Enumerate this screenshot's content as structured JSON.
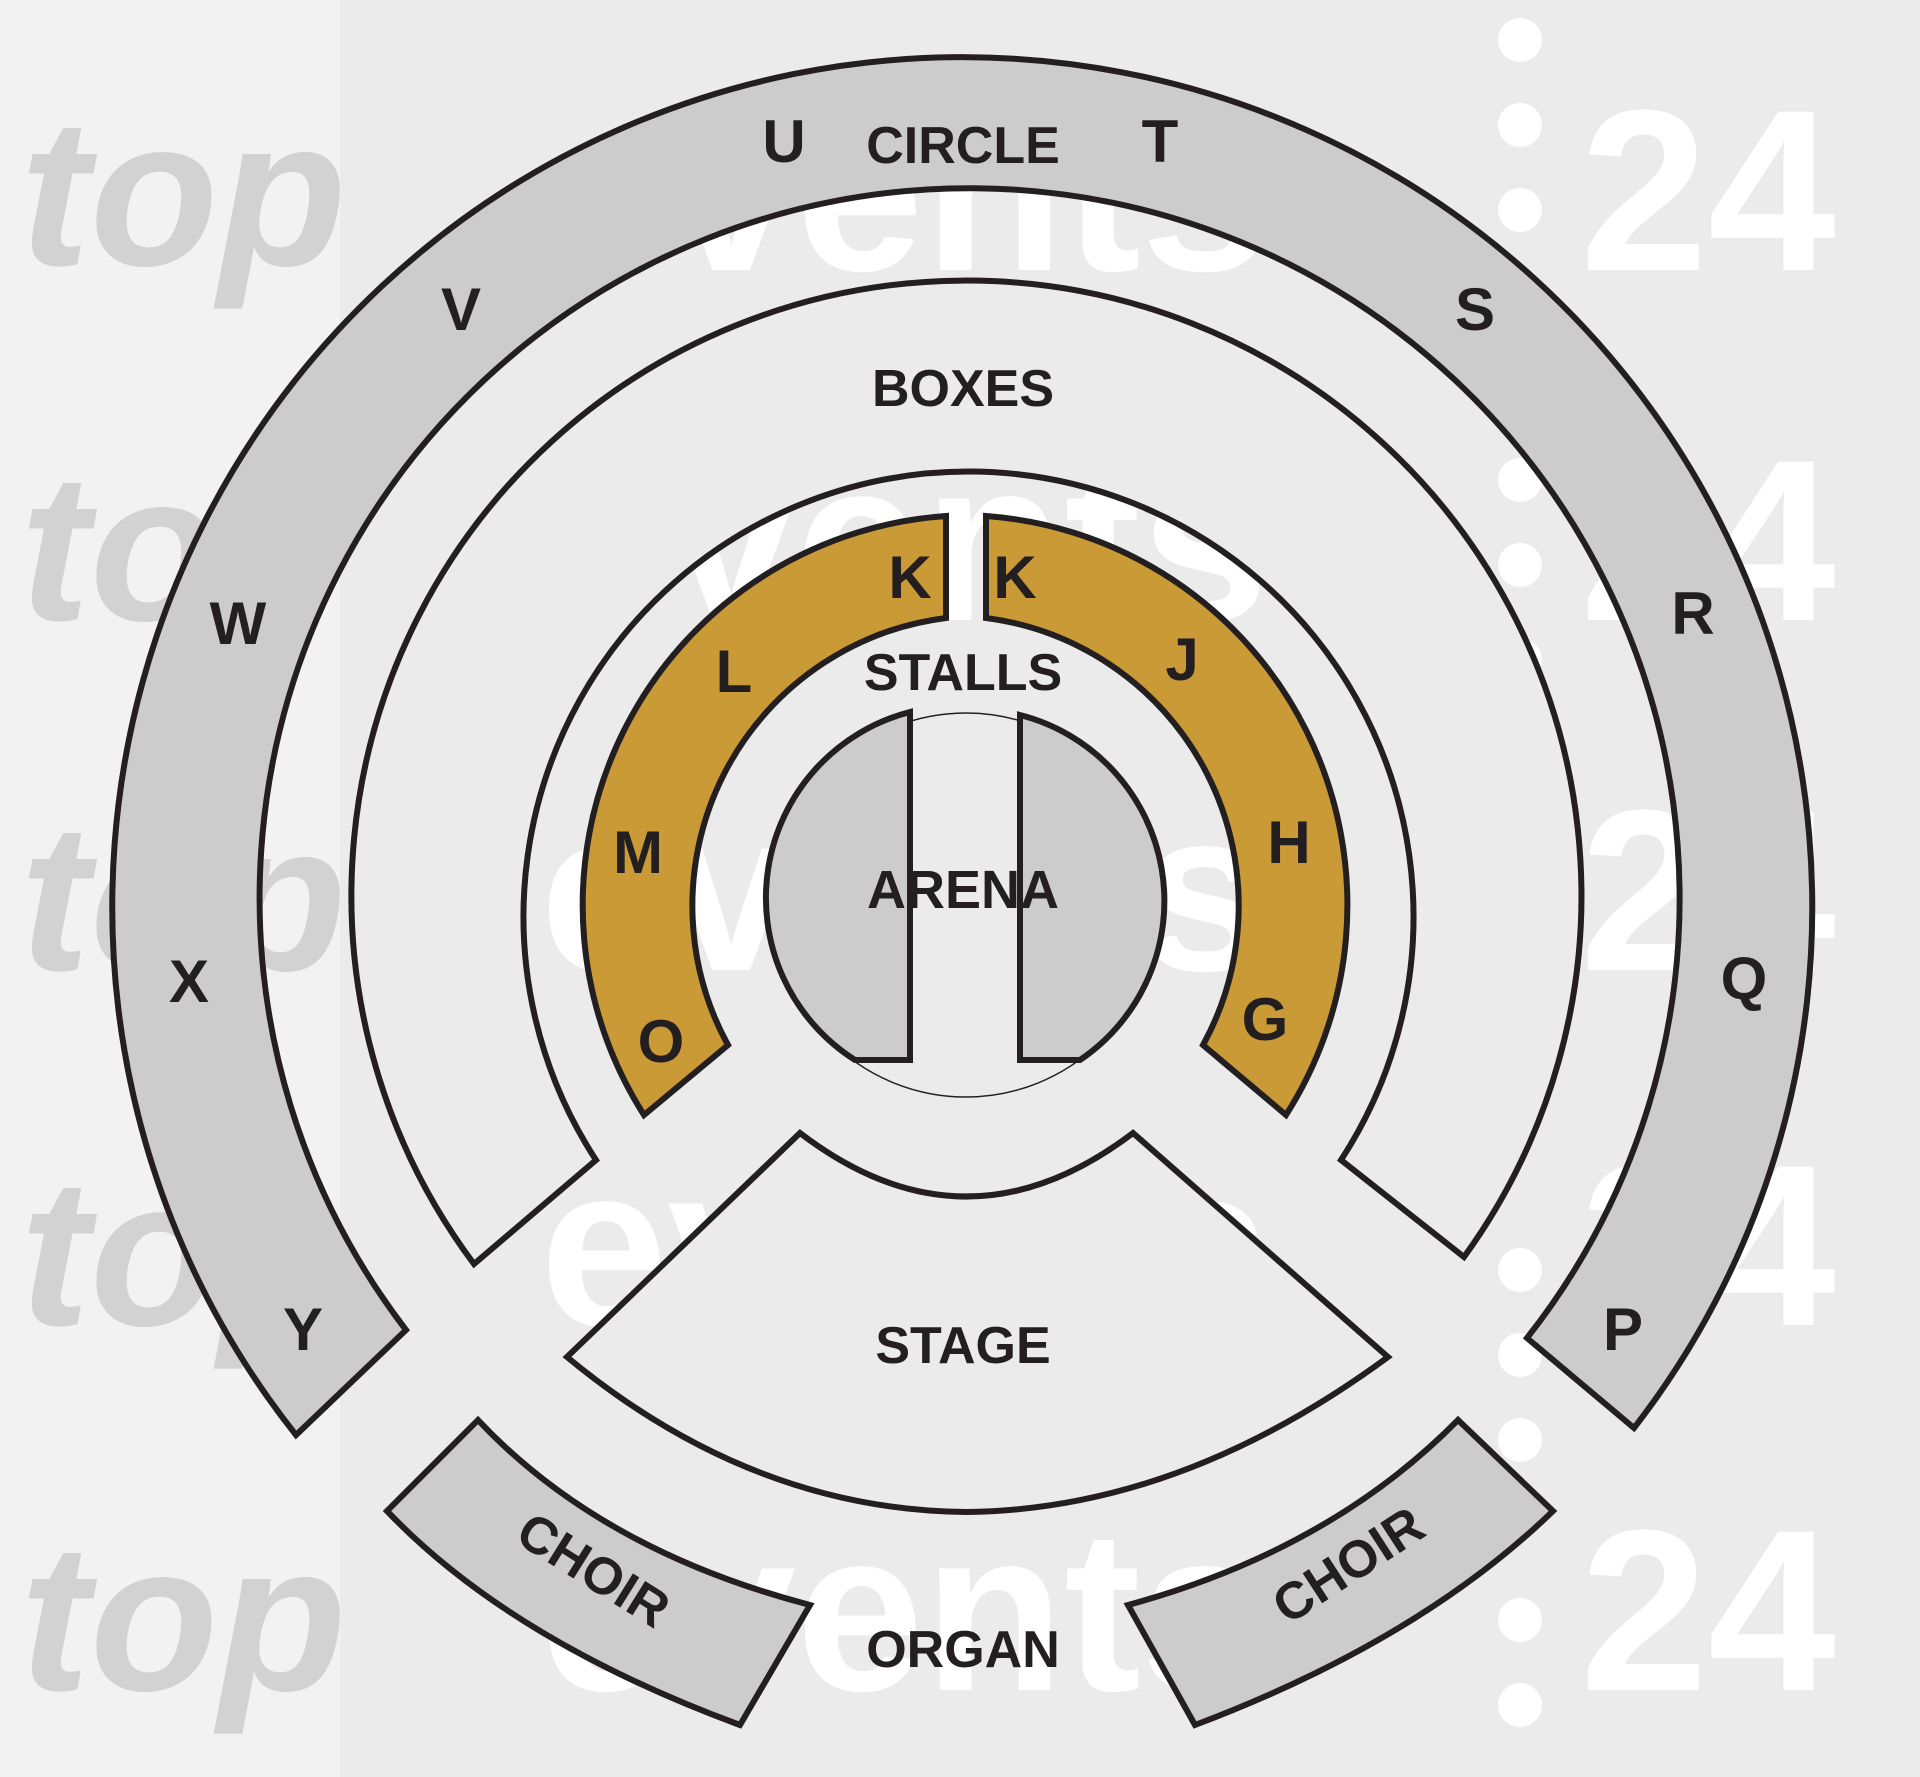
{
  "watermark": {
    "rows": [
      {
        "word1": "top",
        "word2": "events",
        "number": "24"
      },
      {
        "word1": "top",
        "word2": "events",
        "number": "24"
      },
      {
        "word1": "top",
        "word2": "events",
        "number": "24"
      },
      {
        "word1": "top",
        "word2": "events",
        "number": "24"
      },
      {
        "word1": "top",
        "word2": "events",
        "number": "24"
      }
    ]
  },
  "sections": {
    "circle": "CIRCLE",
    "boxes": "BOXES",
    "stalls": "STALLS",
    "arena": "ARENA",
    "stage": "STAGE",
    "organ": "ORGAN",
    "choir_left": "CHOIR",
    "choir_right": "CHOIR"
  },
  "circle_blocks": [
    "U",
    "T",
    "V",
    "S",
    "W",
    "R",
    "X",
    "Q",
    "Y",
    "P"
  ],
  "stalls_blocks": [
    "K",
    "K",
    "L",
    "J",
    "M",
    "H",
    "O",
    "G"
  ],
  "colors": {
    "background": "#ebebeb",
    "circle_fill": "#cccccc",
    "stalls_fill": "#c99a35",
    "arena_fill": "#cccccc",
    "outline": "#231f20",
    "watermark_text": "#d4d4d4"
  }
}
